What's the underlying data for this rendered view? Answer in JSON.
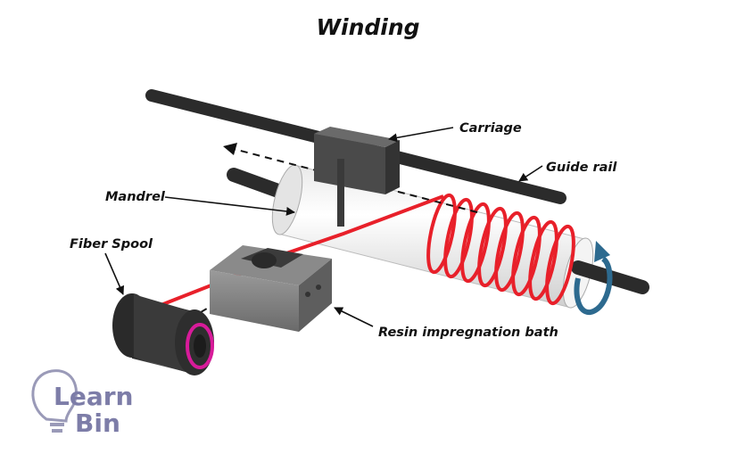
{
  "title": "Winding",
  "labels": {
    "carriage": "Carriage",
    "guide_rail": "Guide rail",
    "mandrel": "Mandrel",
    "fiber_spool": "Fiber Spool",
    "resin_bath": "Resin impregnation bath"
  },
  "logo": {
    "line1": "Learn",
    "line2": "Bin"
  },
  "colors": {
    "fiber": "#e8202a",
    "rotation_arrow": "#2d6a8f",
    "spool_ring": "#d81b9a",
    "logo": "#7d7da8"
  }
}
